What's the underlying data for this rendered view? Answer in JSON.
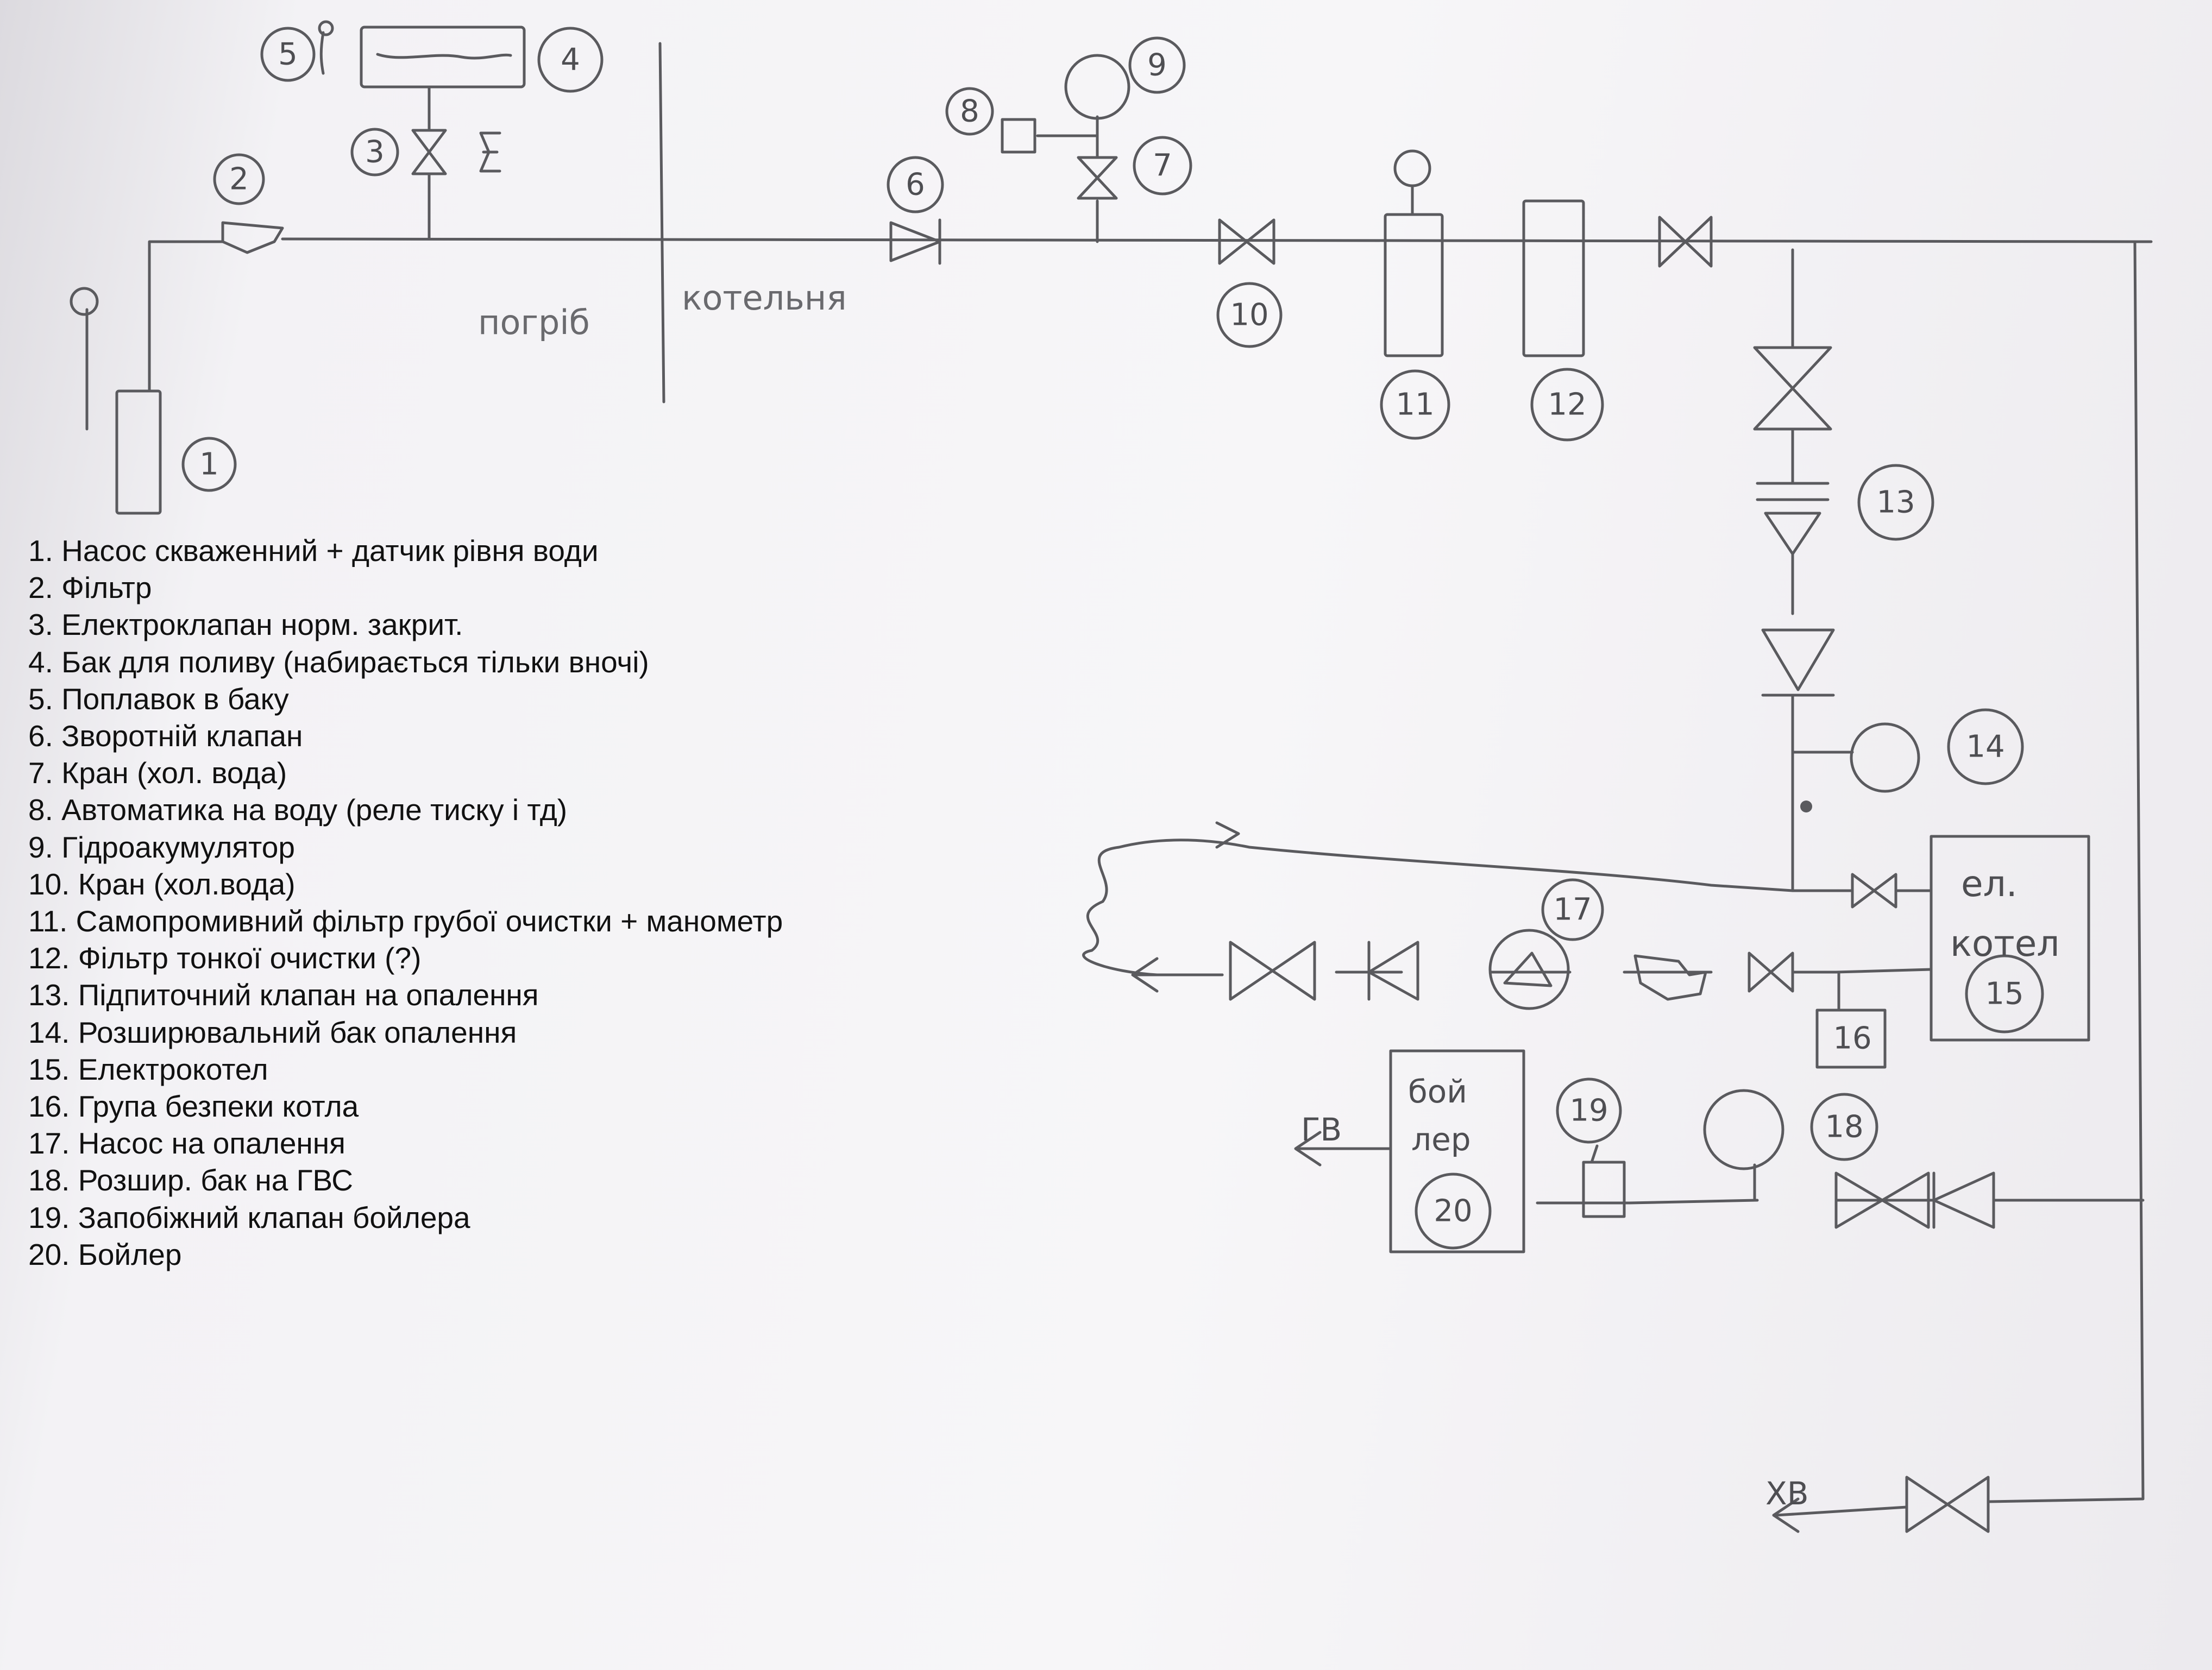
{
  "legend": [
    "1. Насос скваженний + датчик рівня води",
    "2. Фільтр",
    "3. Електроклапан норм. закрит.",
    "4. Бак для  поливу (набирається тільки вночі)",
    "5. Поплавок в баку",
    "6. Зворотній клапан",
    "7. Кран (хол. вода)",
    "8. Автоматика на воду (реле тиску і тд)",
    "9. Гідроакумулятор",
    "10. Кран (хол.вода)",
    "11. Самопромивний фільтр грубої очистки + манометр",
    "12. Фільтр тонкої очистки (?)",
    "13. Підпиточний клапан на опалення",
    "14. Розширювальний бак опалення",
    "15. Електрокотел",
    "16. Група безпеки котла",
    "17. Насос на опалення",
    "18. Розшир. бак на ГВС",
    "19. Запобіжний клапан бойлера",
    "20. Бойлер"
  ],
  "rooms": {
    "left": "погріб",
    "right": "котельня"
  },
  "tags": {
    "n1": "1",
    "n2": "2",
    "n3": "3",
    "n4": "4",
    "n5": "5",
    "n6": "6",
    "n7": "7",
    "n8": "8",
    "n9": "9",
    "n10": "10",
    "n11": "11",
    "n12": "12",
    "n13": "13",
    "n14": "14",
    "n15": "15",
    "n16": "16",
    "n17": "17",
    "n18": "18",
    "n19": "19",
    "n20": "20"
  },
  "boiler_el": {
    "line1": "ел.",
    "line2": "котел"
  },
  "boiler_tank": {
    "line1": "бой",
    "line2": "лер"
  },
  "outlets": {
    "hot": "ГВ",
    "cold": "ХВ"
  },
  "colors": {
    "pencil": "#5a5a5e",
    "paper": "#f4f3f5",
    "legend_text": "#111111"
  }
}
